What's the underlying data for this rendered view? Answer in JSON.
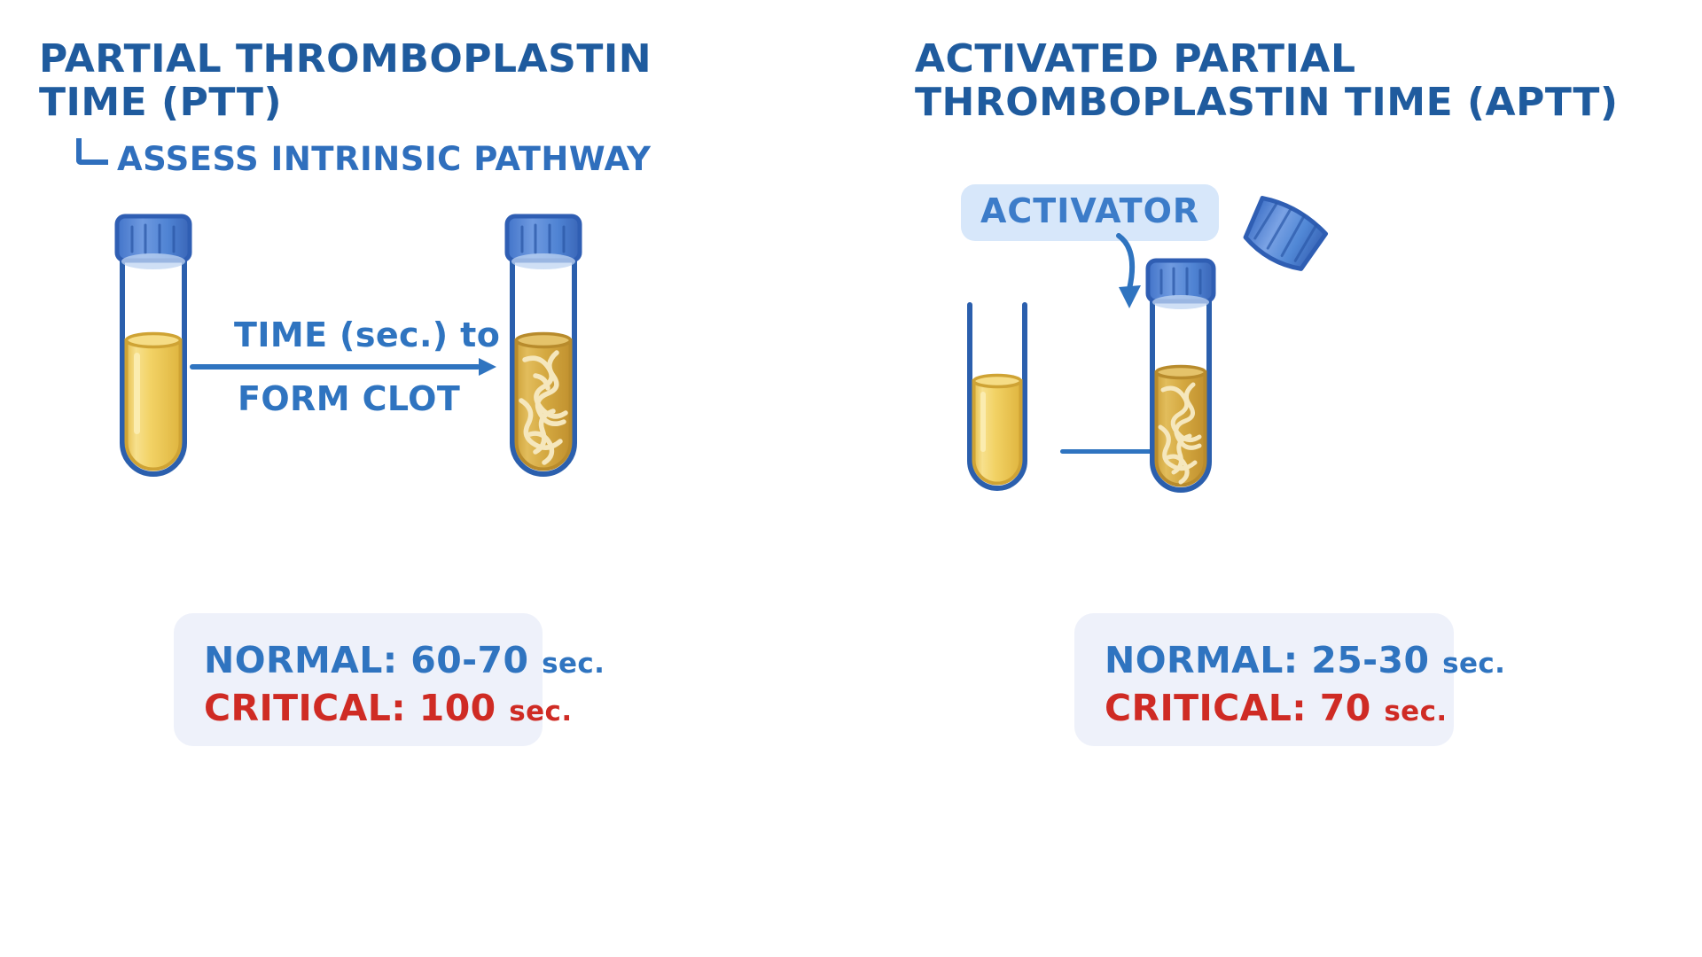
{
  "page": {
    "background": "#ffffff",
    "accent_blue": "#1f5b9e",
    "mid_blue": "#2f74c0",
    "badge_blue": "#3c7cc9",
    "badge_bg": "#d7e7fa",
    "info_bg": "#eef1fa",
    "critical_red": "#cf2b24",
    "plasma_yellow": "#f0cf62",
    "clot_amber": "#d6a93c",
    "cap_blue": "#4a7fd4"
  },
  "left_panel": {
    "title_line1": "PARTIAL THROMBOPLASTIN",
    "title_line2": "TIME (PTT)",
    "subtitle": "ASSESS INTRINSIC PATHWAY",
    "arrow_label_top": "TIME (sec.) to",
    "arrow_label_top_main": "TIME",
    "arrow_label_top_paren": "(sec.)",
    "arrow_label_top_to": "to",
    "arrow_label_bottom": "FORM CLOT",
    "tube_left_name": "plasma-tube-before",
    "tube_right_name": "plasma-tube-clotted",
    "info": {
      "normal_label": "NORMAL:",
      "normal_value": "60-70",
      "normal_unit": "sec.",
      "critical_label": "CRITICAL:",
      "critical_value": "100",
      "critical_unit": "sec."
    }
  },
  "right_panel": {
    "title_line1": "ACTIVATED PARTIAL",
    "title_line2": "THROMBOPLASTIN TIME (aPTT)",
    "activator_badge": "ACTIVATOR",
    "tube_left_name": "open-plasma-tube",
    "tube_right_name": "capped-clotted-tube",
    "cap_name": "detached-tube-cap",
    "info": {
      "normal_label": "NORMAL:",
      "normal_value": "25-30",
      "normal_unit": "sec.",
      "critical_label": "CRITICAL:",
      "critical_value": "70",
      "critical_unit": "sec."
    }
  },
  "icons": {
    "corner_bracket": "corner-bracket-icon",
    "right_arrow": "right-arrow-icon",
    "down_arrow": "down-arrow-icon"
  }
}
